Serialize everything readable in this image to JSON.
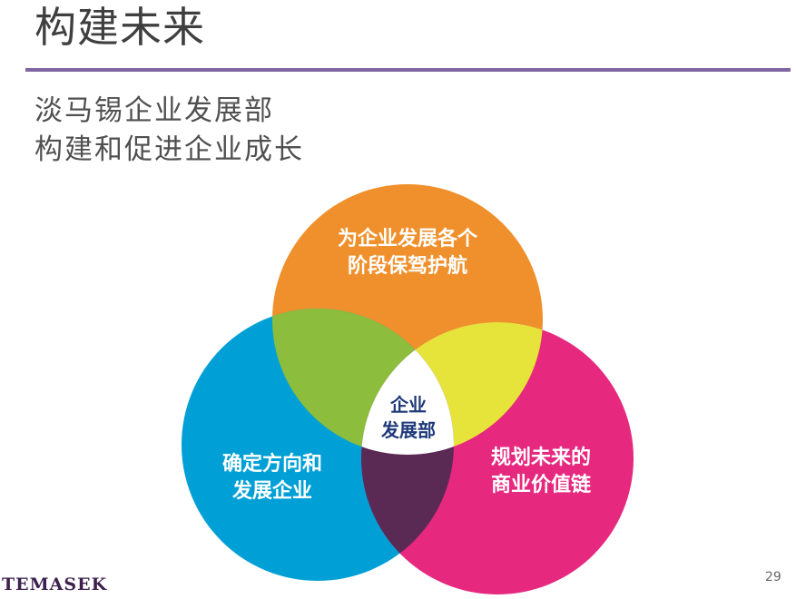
{
  "title": "构建未来",
  "subtitle": [
    "淡马锡企业发展部",
    "构建和促进企业成长"
  ],
  "venn": {
    "top": {
      "lines": [
        "为企业发展各个",
        "阶段保驾护航"
      ],
      "color": "#f0902c"
    },
    "left": {
      "lines": [
        "确定方向和",
        "发展企业"
      ],
      "color": "#00a0d6"
    },
    "right": {
      "lines": [
        "规划未来的",
        "商业价值链"
      ],
      "color": "#e6287f"
    },
    "center": {
      "lines": [
        "企业",
        "发展部"
      ]
    },
    "overlap_colors": {
      "top_left": "#8cbd3c",
      "top_right": "#e6e33a",
      "left_right": "#5a2a55",
      "center": "#ffffff"
    }
  },
  "footer": {
    "logo": "TEMASEK",
    "page_number": "29"
  }
}
